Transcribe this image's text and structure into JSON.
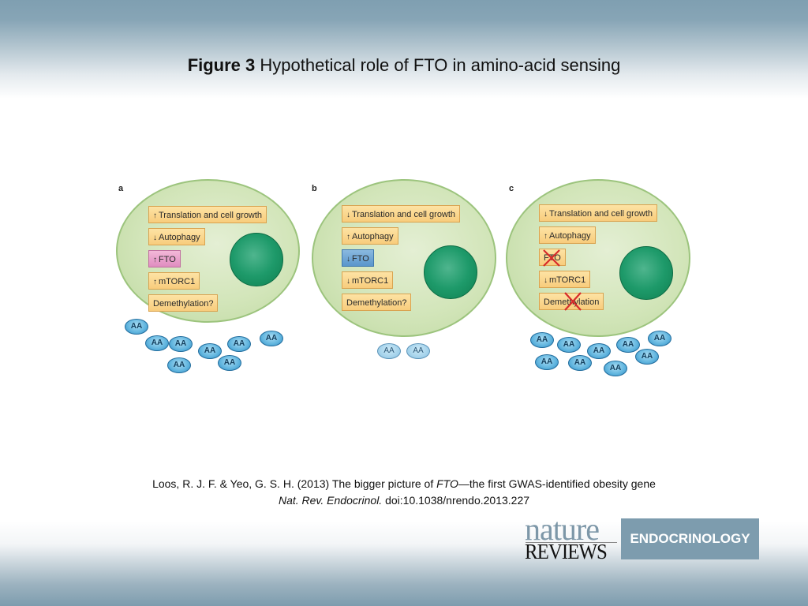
{
  "title": {
    "figure_label": "Figure 3",
    "caption": "Hypothetical role of FTO in amino-acid sensing"
  },
  "panels": [
    {
      "letter": "a",
      "boxes": [
        {
          "arrow": "↑",
          "text": "Translation and cell growth",
          "style": "orange",
          "crossed": false
        },
        {
          "arrow": "↓",
          "text": "Autophagy",
          "style": "orange",
          "crossed": false
        },
        {
          "arrow": "↑",
          "text": "FTO",
          "style": "pink",
          "crossed": false
        },
        {
          "arrow": "↑",
          "text": "mTORC1",
          "style": "orange",
          "crossed": false
        },
        {
          "arrow": "",
          "text": "Demethylation?",
          "style": "orange",
          "crossed": false
        }
      ],
      "amino_acids": {
        "label": "AA",
        "count": 8,
        "level": "high"
      }
    },
    {
      "letter": "b",
      "boxes": [
        {
          "arrow": "↓",
          "text": "Translation and cell growth",
          "style": "orange",
          "crossed": false
        },
        {
          "arrow": "↑",
          "text": "Autophagy",
          "style": "orange",
          "crossed": false
        },
        {
          "arrow": "↓",
          "text": "FTO",
          "style": "blue",
          "crossed": false
        },
        {
          "arrow": "↓",
          "text": "mTORC1",
          "style": "orange",
          "crossed": false
        },
        {
          "arrow": "",
          "text": "Demethylation?",
          "style": "orange",
          "crossed": false
        }
      ],
      "amino_acids": {
        "label": "AA",
        "count": 2,
        "level": "low"
      }
    },
    {
      "letter": "c",
      "boxes": [
        {
          "arrow": "↓",
          "text": "Translation and cell growth",
          "style": "orange",
          "crossed": false
        },
        {
          "arrow": "↑",
          "text": "Autophagy",
          "style": "orange",
          "crossed": false
        },
        {
          "arrow": "",
          "text": "FTO",
          "style": "orange",
          "crossed": true
        },
        {
          "arrow": "↓",
          "text": "mTORC1",
          "style": "orange",
          "crossed": false
        },
        {
          "arrow": "",
          "text": "Demethylation",
          "style": "orange",
          "crossed": true
        }
      ],
      "amino_acids": {
        "label": "AA",
        "count": 9,
        "level": "high"
      }
    }
  ],
  "colors": {
    "cell_fill": "#d2e5b9",
    "nucleus": "#1e9a6a",
    "box_orange": "#f8cc7c",
    "box_pink": "#e08cc0",
    "box_blue": "#5a96cc",
    "amino_acid": "#5fb4de",
    "cross": "#d62b2b",
    "header_band": "#7d9cae"
  },
  "citation": {
    "line1_prefix": "Loos, R. J. F. & Yeo, G. S. H. (2013) The bigger picture of ",
    "line1_italic": "FTO",
    "line1_suffix": "—the first GWAS-identified obesity gene",
    "line2_italic": "Nat. Rev. Endocrinol.",
    "line2_suffix": " doi:10.1038/nrendo.2013.227"
  },
  "logo": {
    "nature": "nature",
    "reviews": "REVIEWS",
    "journal": "ENDOCRINOLOGY"
  }
}
